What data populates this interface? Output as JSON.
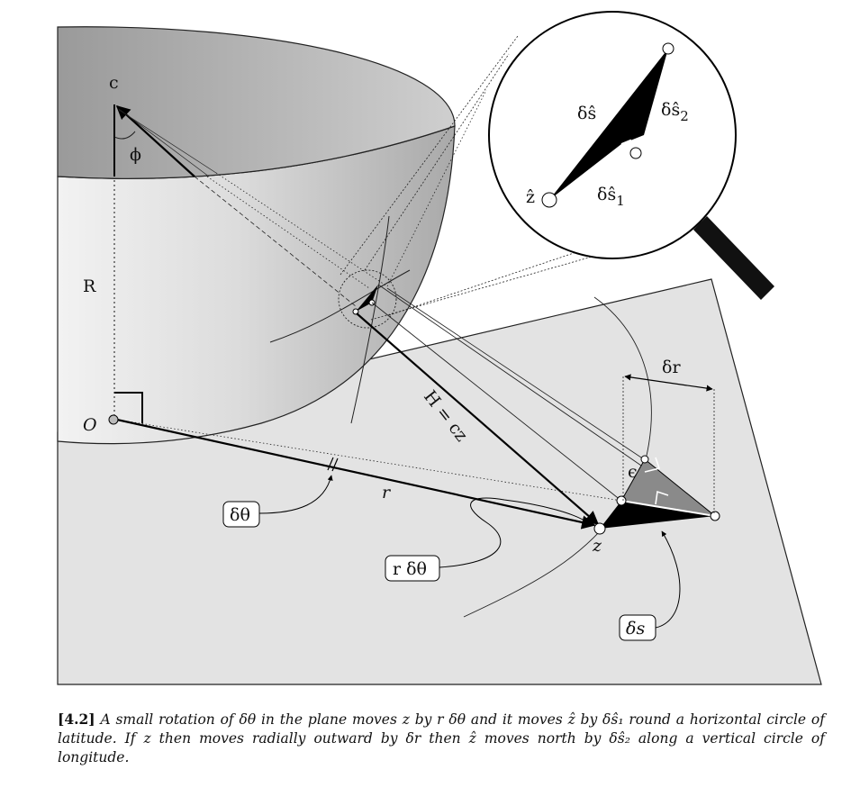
{
  "figure": {
    "labels": {
      "c": "c",
      "phi": "ϕ",
      "R": "R",
      "O": "O",
      "H": "H = cz",
      "r": "r",
      "z": "z",
      "delta_r": "δr",
      "epsilon": "ϵ",
      "delta_theta_box": "δθ",
      "r_delta_theta_box": "r δθ",
      "delta_s_box": "δs",
      "mag_delta_s_hat": "δŝ",
      "mag_delta_s2_hat": "δŝ",
      "mag_delta_s2_sub": "2",
      "mag_delta_s1_hat": "δŝ",
      "mag_delta_s1_sub": "1",
      "mag_z_hat": "ẑ"
    }
  },
  "caption": {
    "number": "[4.2]",
    "text": "A small rotation of δθ in the plane moves z by r δθ and it moves ẑ by δŝ₁ round a horizontal circle of latitude. If z then moves radially outward by δr then ẑ moves north by δŝ₂ along a vertical circle of longitude."
  }
}
